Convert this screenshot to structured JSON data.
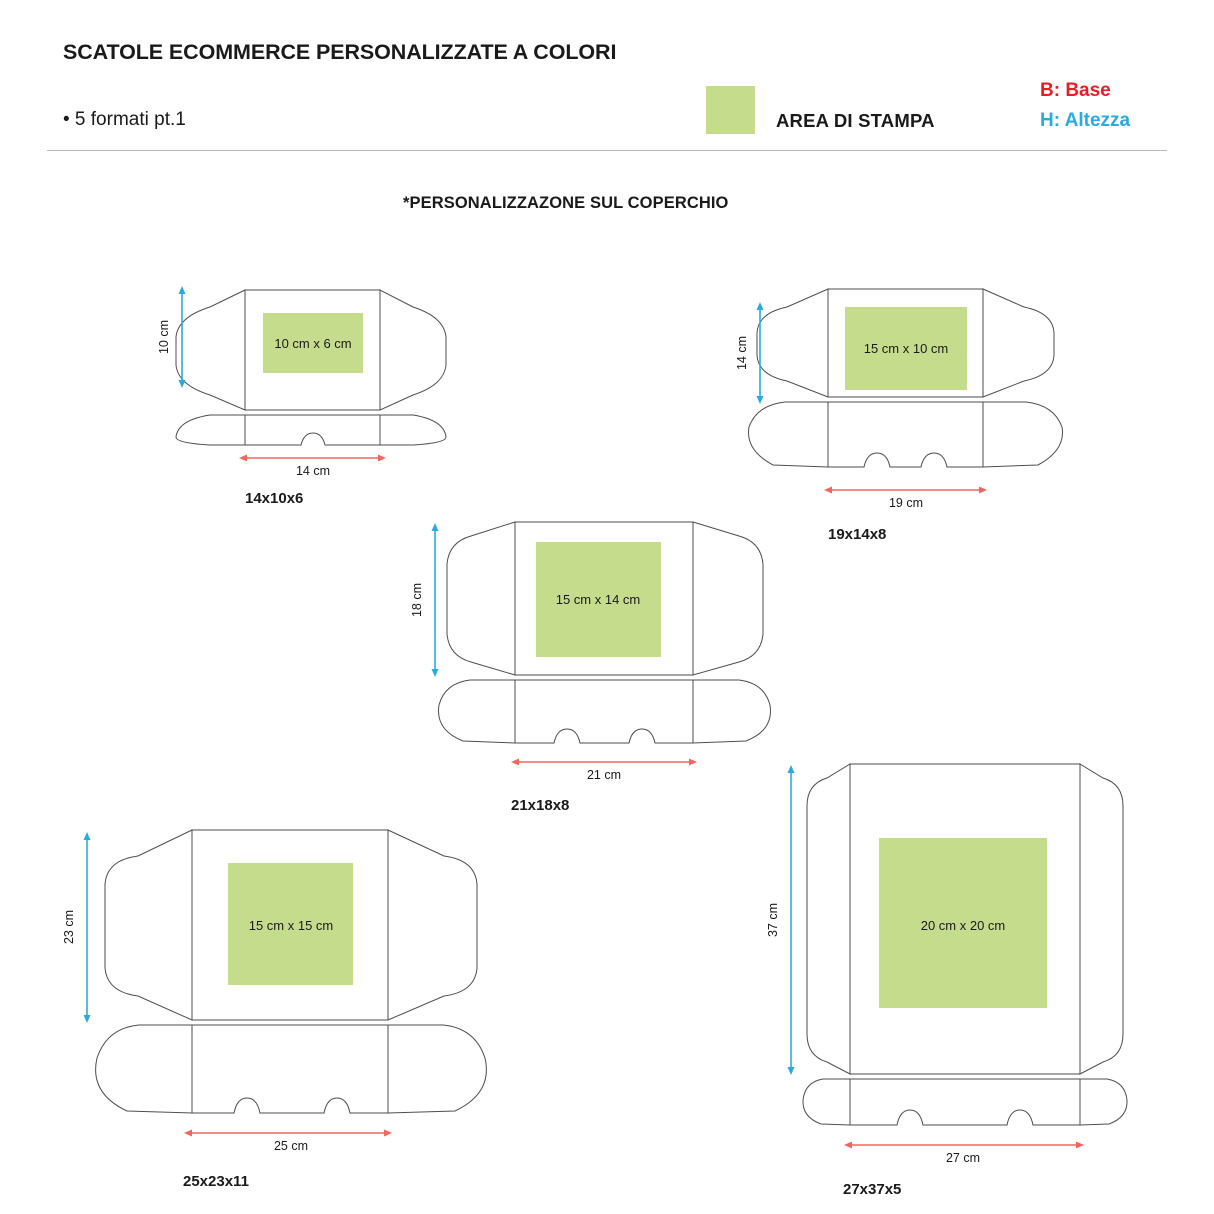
{
  "header": {
    "title": "SCATOLE ECOMMERCE PERSONALIZZATE A COLORI",
    "subtitle": "• 5 formati pt.1",
    "legend_swatch_label": "AREA DI STAMPA",
    "legend_base": "B: Base",
    "legend_height": "H: Altezza",
    "swatch_color": "#c6dc8d",
    "base_color": "#ed1c24",
    "height_color": "#29abe2"
  },
  "note": "*PERSONALIZZAZONE SUL COPERCHIO",
  "colors": {
    "print_area": "#c6dc8d",
    "dieline": "#4d4d4d",
    "dim_base": "#f4655f",
    "dim_height": "#29abe2",
    "divider": "#b9b9b9"
  },
  "boxes": [
    {
      "id": "14x10x6",
      "caption": "14x10x6",
      "print_area_label": "10 cm x 6 cm",
      "height_label": "10 cm",
      "base_label": "14 cm",
      "notches": 1
    },
    {
      "id": "19x14x8",
      "caption": "19x14x8",
      "print_area_label": "15 cm x 10 cm",
      "height_label": "14 cm",
      "base_label": "19 cm",
      "notches": 2
    },
    {
      "id": "21x18x8",
      "caption": "21x18x8",
      "print_area_label": "15 cm x 14 cm",
      "height_label": "18 cm",
      "base_label": "21 cm",
      "notches": 2
    },
    {
      "id": "25x23x11",
      "caption": "25x23x11",
      "print_area_label": "15 cm x 15 cm",
      "height_label": "23  cm",
      "base_label": "25 cm",
      "notches": 2
    },
    {
      "id": "27x37x5",
      "caption": "27x37x5",
      "print_area_label": "20 cm x 20 cm",
      "height_label": "37  cm",
      "base_label": "27 cm",
      "notches": 2
    }
  ]
}
